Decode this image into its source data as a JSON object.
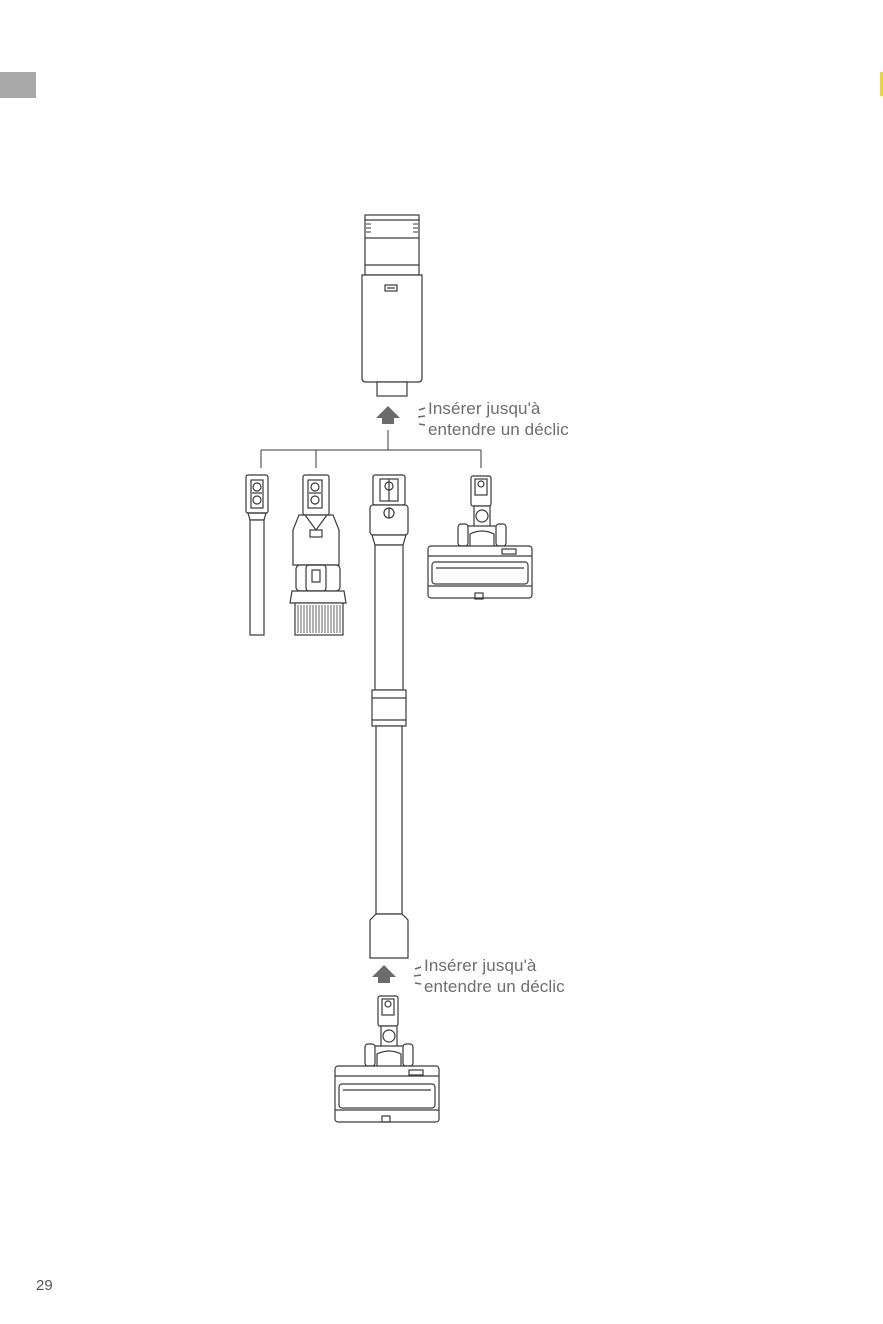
{
  "callouts": {
    "top": {
      "line1": "Insérer jusqu'à",
      "line2": "entendre un déclic"
    },
    "bottom": {
      "line1": "Insérer jusqu'à",
      "line2": "entendre un déclic"
    }
  },
  "page": {
    "number": "29"
  },
  "colors": {
    "stroke": "#3a3a3a",
    "arrow": "#6b6b6b",
    "tab": "#a9a9a9",
    "mark": "#e8e000",
    "text": "#6e6e6e"
  },
  "icons": [
    "up-arrow-icon",
    "click-sound-icon"
  ]
}
